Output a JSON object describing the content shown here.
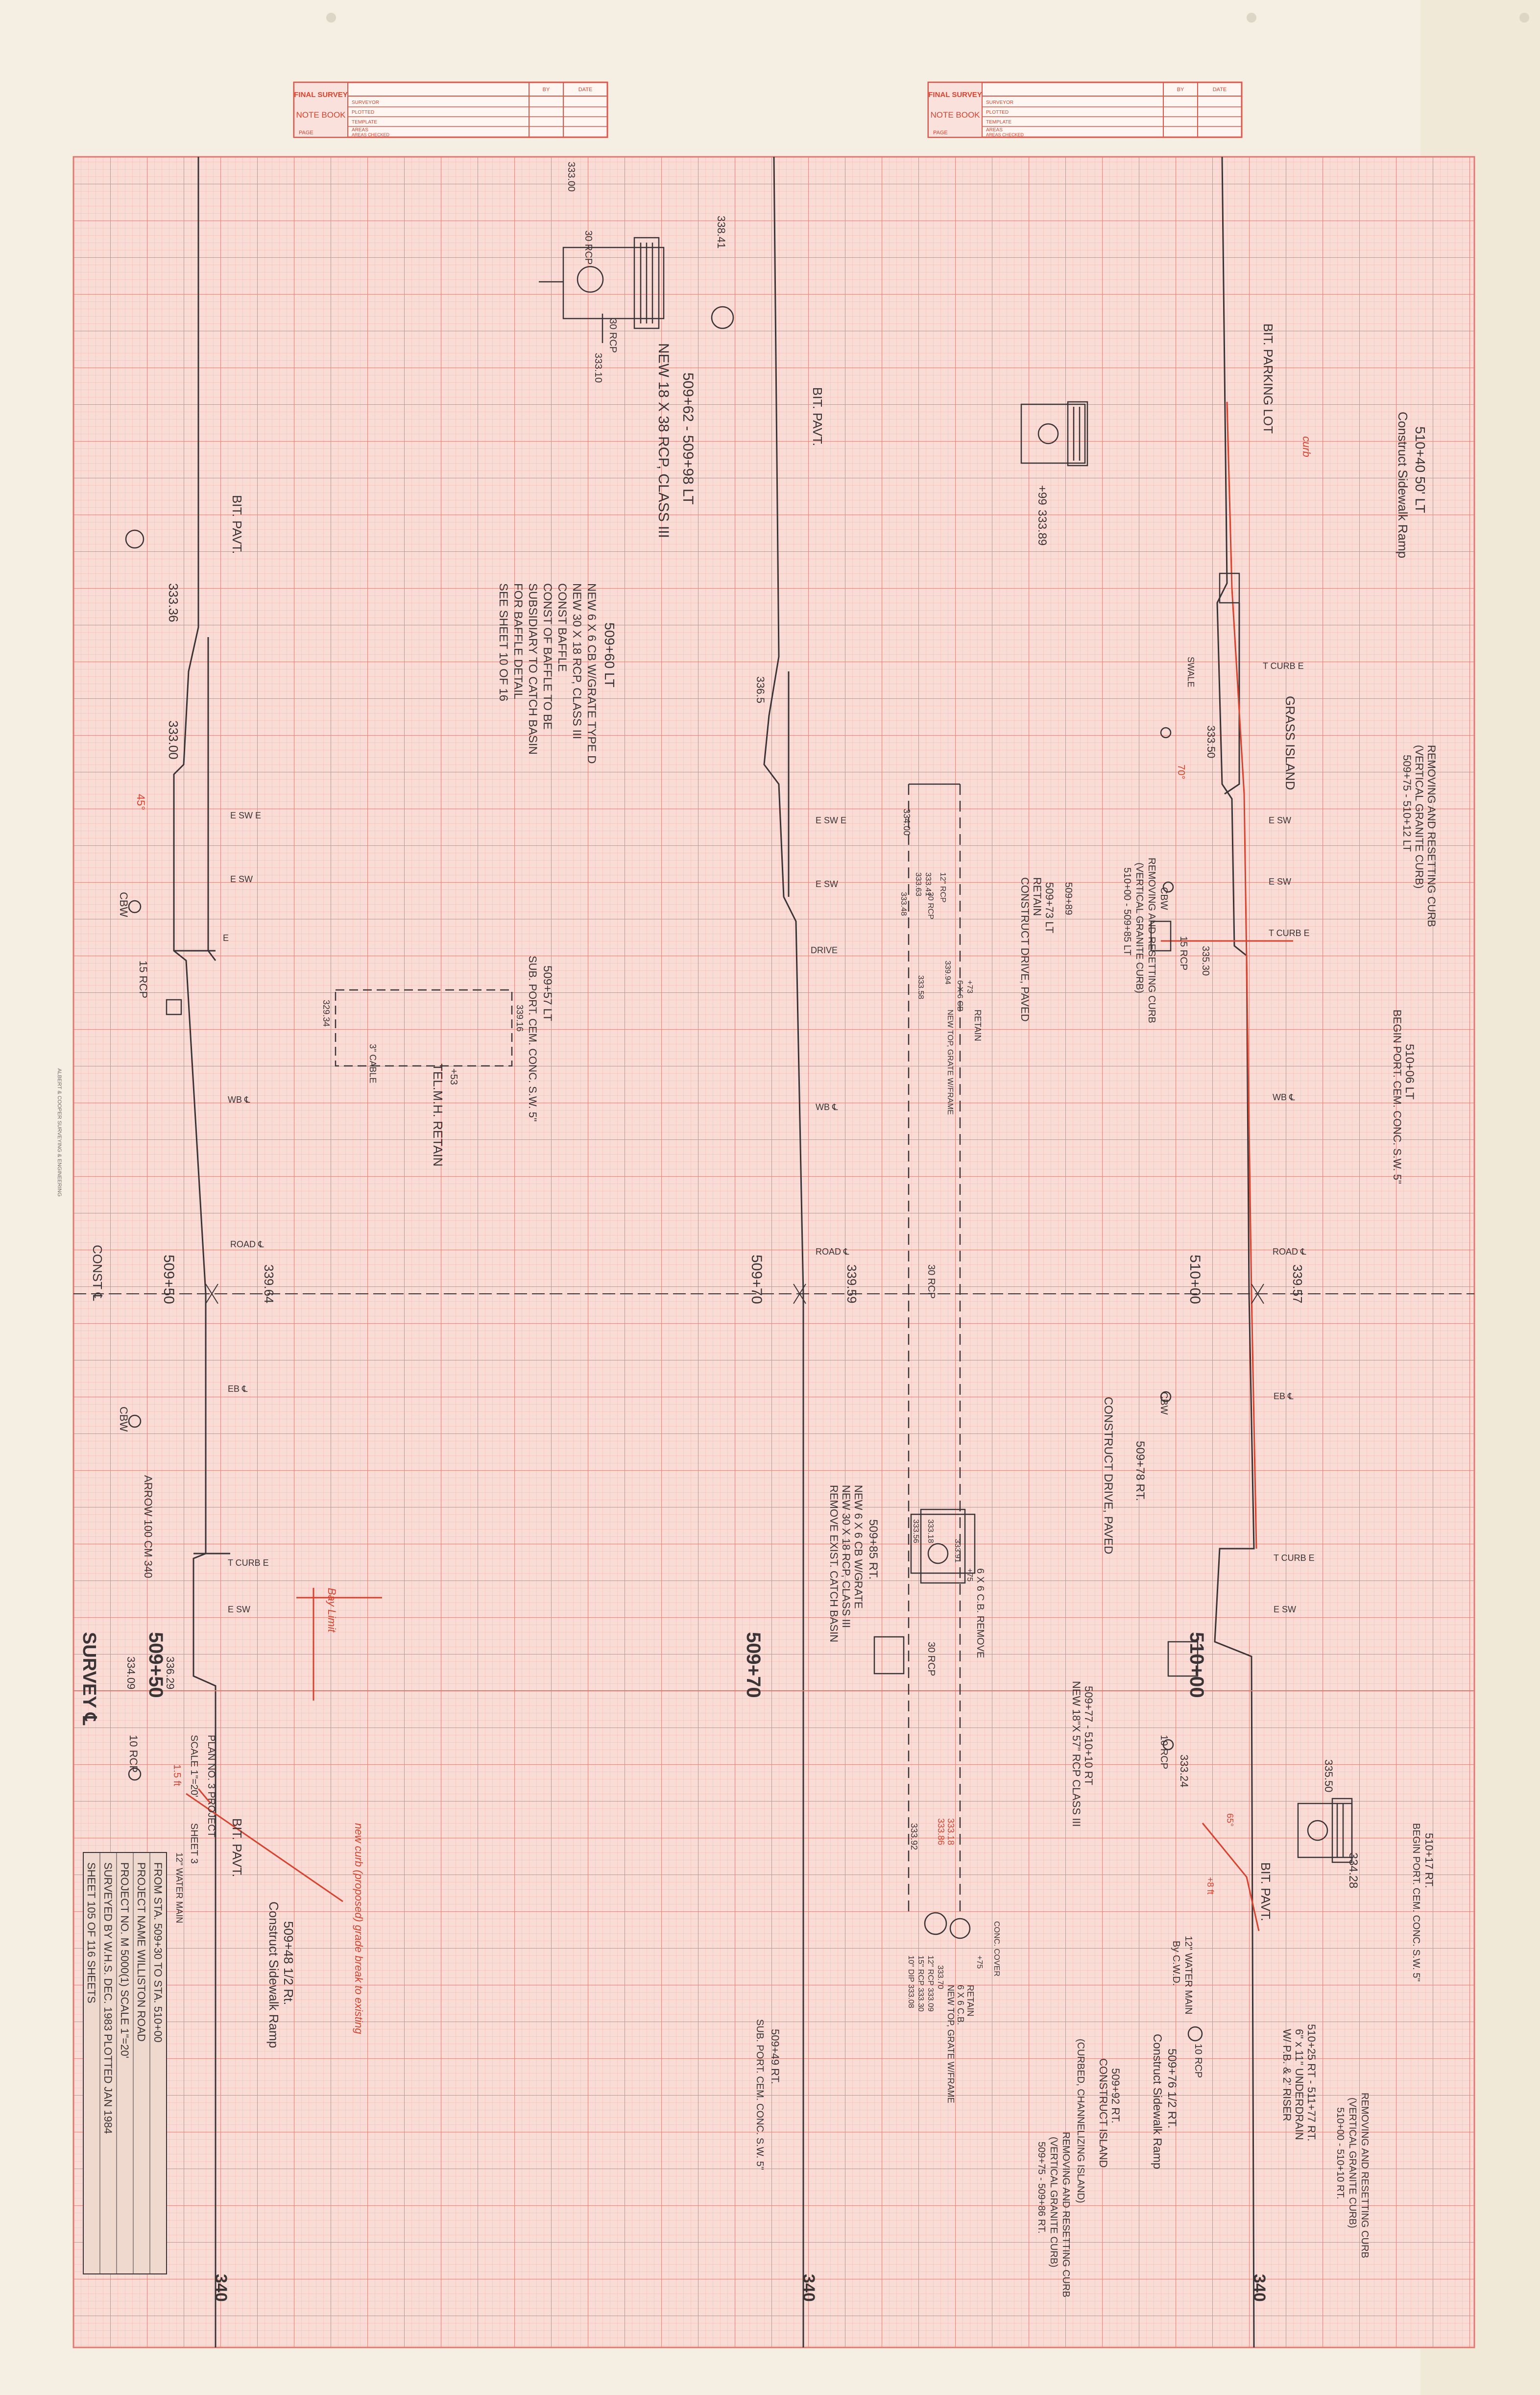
{
  "title_blocks": [
    {
      "label": "FINAL SURVEY",
      "book_label": "NOTE BOOK",
      "fields": [
        "SURVEYOR",
        "PLOTTED",
        "TEMPLATE",
        "AREAS",
        "AREAS CHECKED"
      ],
      "col_by": "BY",
      "col_date": "DATE",
      "page_label": "PAGE"
    },
    {
      "label": "FINAL SURVEY",
      "book_label": "NOTE BOOK",
      "fields": [
        "SURVEYOR",
        "PLOTTED",
        "TEMPLATE",
        "AREAS",
        "AREAS CHECKED"
      ],
      "col_by": "BY",
      "col_date": "DATE",
      "page_label": "PAGE"
    }
  ],
  "stations": {
    "left": {
      "main": "509+50",
      "small": "509+50",
      "elev": "340"
    },
    "mid": {
      "main": "509+70",
      "small": "509+70",
      "elev": "340"
    },
    "right": {
      "main": "510+00",
      "small": "510+00",
      "elev": "340"
    }
  },
  "survey_label": "SURVEY ℄",
  "const_label": "CONST ℄",
  "left_panel": {
    "bit_pavt_top": "BIT. PAVT.",
    "elev_1": "333.36",
    "elev_2": "333.00",
    "angle_1": "45°",
    "sw_1": "E SW  E",
    "sw_2": "E SW",
    "cb_1": "E",
    "cbw": "CBW",
    "rcp": "15 RCP",
    "wb": "WB ℄",
    "road": "ROAD ℄",
    "road_elev": "339.64",
    "eb": "EB ℄",
    "cbw_2": "CBW",
    "curb": "T CURB E",
    "esw_3": "E SW",
    "arrow_note": "ARROW 100 CM 340",
    "elev_3": "334.09",
    "elev_4": "336.29",
    "cb_note": "10 RCP",
    "bit_pavt_bottom": "BIT. PAVT.",
    "curve_note": "new curb (proposed) grade break to existing",
    "ramp_note_1": "509+48 1/2 Rt.",
    "ramp_note_2": "Construct Sidewalk Ramp",
    "red_note_1": "1.5 ft",
    "red_note_2": "Bay Limit",
    "cable": "3\" CABLE",
    "telmh": "TEL.M.H. RETAIN",
    "telmh_num": "+53",
    "telmh_elev_a": "339.16",
    "telmh_elev_b": "329.34"
  },
  "mid_panel": {
    "cb_elev_top_1": "333.00",
    "cb_note_1": "30 RCP",
    "cb_note_2": "30 RCP",
    "cb_elev_2": "333.10",
    "elev_top": "338.41",
    "new_pipe": "NEW 18 X 38 RCP, CLASS III",
    "pipe_range": "509+62 - 509+98 LT",
    "cb_1": "509+60 LT",
    "cb_lines": [
      "NEW 6 X 6 CB W/GRATE TYPE D",
      "NEW 30 X 18 RCP, CLASS III",
      "CONST BAFFLE",
      "CONST OF BAFFLE TO BE",
      "SUBSIDIARY TO CATCH BASIN",
      "FOR BAFFLE DETAIL",
      "SEE SHEET 10 OF 16"
    ],
    "retain_1": "509+57 LT",
    "retain_2": "SUB. PORT. CEM. CONC. S.W. 5\"",
    "bit_pavt": "BIT. PAVT.",
    "elev_mid": "336.5",
    "sw_1": "E SW  E",
    "sw_2": "E SW",
    "drive": "DRIVE",
    "wb": "WB ℄",
    "road": "ROAD ℄",
    "road_elev": "339.59",
    "rcp_1": "30 RCP",
    "dp_elev_1": "334.00",
    "dp_elev_2": "333.63",
    "dp_elev_3": "333.41",
    "dp_1": "30 RCP",
    "dp_2": "12\" RCP",
    "dp_3": "333.48",
    "dp_4": "333.58",
    "dp_5": "339.94",
    "dp_6": "+73",
    "dp_7": "RETAIN",
    "dp_8": "6 X 6 CB",
    "dp_9": "NEW TOP, GRATE W/FRAME",
    "pipe_2": "30 RCP",
    "cb_2": "509+85 RT.",
    "cb_2_lines": [
      "NEW 6 X 6 CB W/GRATE",
      "NEW 30 X 18 RCP, CLASS III",
      "REMOVE EXIST. CATCH BASIN"
    ],
    "cb_2_elev_a": "333.91",
    "cb_2_elev_b": "333.56",
    "cb_2_elev_c": "333.18",
    "cb_2_num": "+75",
    "cb_2_remove": "6 X 6 C.B. REMOVE",
    "elev_b1": "333.92",
    "cb_3": "CONC. COVER",
    "cb_3_lines": [
      "RETAIN",
      "6 X 6 C.B.",
      "NEW TOP, GRATE W/FRAME"
    ],
    "cb_3_elevs": [
      "+75",
      "333.70",
      "12\" RCP 333.09",
      "15\" RCP 333.30",
      "10\" DIP 333.08"
    ],
    "red_box_1": "333.86",
    "red_box_2": "333.18",
    "remove_curb_1": "509+49 RT.",
    "remove_curb_2": "SUB. PORT. CEM. CONC. S.W. 5\"",
    "drive_note_1": "509+73 LT",
    "drive_note_2": "RETAIN",
    "drive_note_3": "CONSTRUCT DRIVE, PAVED",
    "elev_ts": "509+89",
    "box_elev": "333.89",
    "box_num": "+99",
    "remove_1": "REMOVING AND RESETTING CURB",
    "remove_2": "(VERTICAL GRANITE CURB)",
    "remove_3": "510+00 - 509+85 LT",
    "drive_rt_1": "509+78 RT.",
    "drive_rt_2": "CONSTRUCT DRIVE, PAVED"
  },
  "right_panel": {
    "ramp_1": "510+40 50' LT",
    "ramp_2": "Construct Sidewalk Ramp",
    "bit_parking": "BIT. PARKING LOT",
    "curb_red": "curb",
    "t_curb_1": "T CURB  E",
    "grass": "GRASS ISLAND",
    "swale": "SWALE",
    "elev_1": "333.50",
    "red_angle": "70°",
    "remove_1": "REMOVING AND RESETTING CURB",
    "remove_2": "(VERTICAL GRANITE CURB)",
    "remove_3": "509+75 - 510+12 LT",
    "esw_1": "E SW",
    "esw_2": "E SW",
    "t_curb_2": "T CURB  E",
    "cbw": "CBW",
    "rcp": "15 RCP",
    "elev_cb": "335.30",
    "sw_note_1": "510+06 LT",
    "sw_note_2": "BEGIN PORT. CEM. CONC. S.W. 5\"",
    "wb": "WB ℄",
    "road": "ROAD ℄",
    "road_elev": "339.57",
    "eb": "EB ℄",
    "cbw_2": "CBW",
    "t_curb_3": "T CURB  E",
    "esw_3": "E SW",
    "elev_2": "333.24",
    "rcp_2": "10 RCP",
    "new_pipe": "NEW 18\"X 57\" RCP CLASS III",
    "pipe_range": "509+77 - 510+10 RT",
    "bit_pavt": "BIT. PAVT.",
    "elev_3": "334.28",
    "elev_4": "335.50",
    "rt_note_1": "510+17 RT.",
    "rt_note_2": "BEGIN PORT. CEM. CONC. S.W. 5\"",
    "ramp_rt_1": "509+76 1/2 RT.",
    "ramp_rt_2": "Construct Sidewalk Ramp",
    "under_1": "510+25 RT - 511+77 RT.",
    "under_2": "6\" x 11\" UNDERDRAIN",
    "under_3": "W/ P.B. & 2' RISER",
    "remove_rt_1": "REMOVING AND RESETTING CURB",
    "remove_rt_2": "(VERTICAL GRANITE CURB)",
    "remove_rt_3": "510+00 - 510+10 RT.",
    "remove_rt_b1": "REMOVING AND RESETTING CURB",
    "remove_rt_b2": "(VERTICAL GRANITE CURB)",
    "remove_rt_b3": "509+75 - 509+86 RT.",
    "island_1": "509+92 RT.",
    "island_2": "CONSTRUCT ISLAND",
    "island_3": "(CURBED, CHANNELIZING ISLAND)",
    "pipe_note_1": "12\" WATER MAIN",
    "pipe_note_2": "By C.W.D.",
    "rcp_3": "10 RCP",
    "red_note": "+8 ft",
    "angle_red": "65°"
  },
  "footer_block": {
    "lines": [
      "FROM STA. 509+30    TO STA. 510+00",
      "PROJECT NAME WILLISTON ROAD",
      "PROJECT NO. M 5000(1)    SCALE 1\"=20'",
      "SURVEYED BY W.H.S. DEC. 1983    PLOTTED JAN 1984",
      "SHEET 105 OF 116 SHEETS"
    ],
    "scale_note": "SCALE 1\"=20'",
    "sheet_note": "SHEET 3",
    "plan_note": "PLAN NO. 3 PROJECT",
    "water": "12\" WATER MAIN"
  },
  "margin_note": "ALBERT & COOPER SURVEYING & ENGINEERING",
  "colors": {
    "paper": "#f4eee2",
    "grid_minor": "#f2b8b1",
    "grid_major": "#e8887e",
    "ink": "#3a3436",
    "red_ink": "#d8432f"
  }
}
